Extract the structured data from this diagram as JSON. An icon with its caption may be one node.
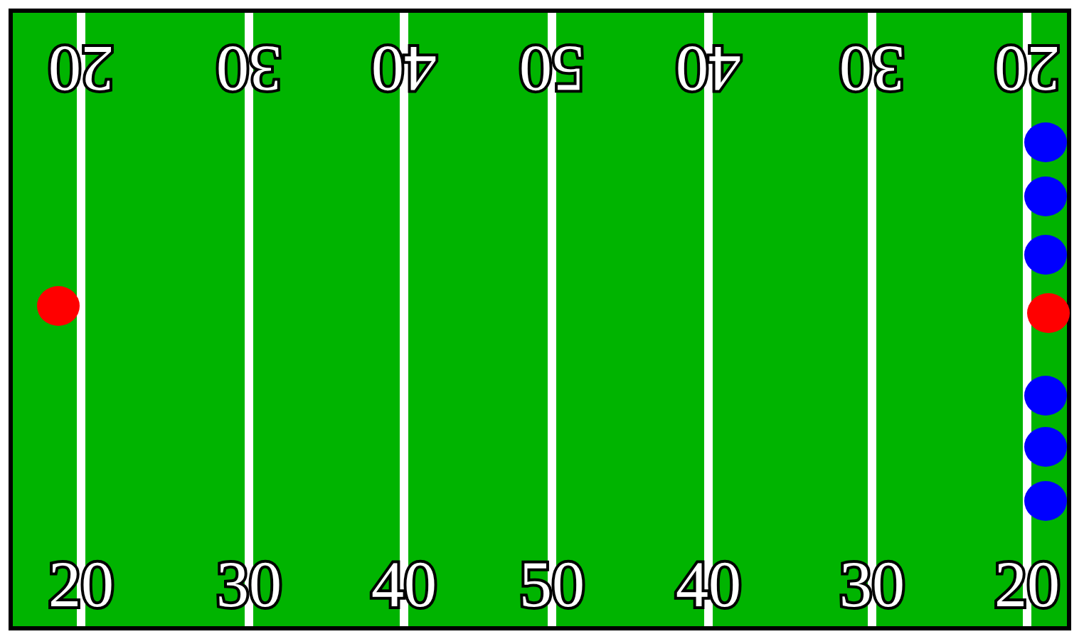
{
  "diagram": {
    "labels": [
      "20",
      "30",
      "40",
      "50",
      "40",
      "30",
      "20",
      "20",
      "30",
      "40",
      "50",
      "40",
      "30",
      "20"
    ]
  }
}
